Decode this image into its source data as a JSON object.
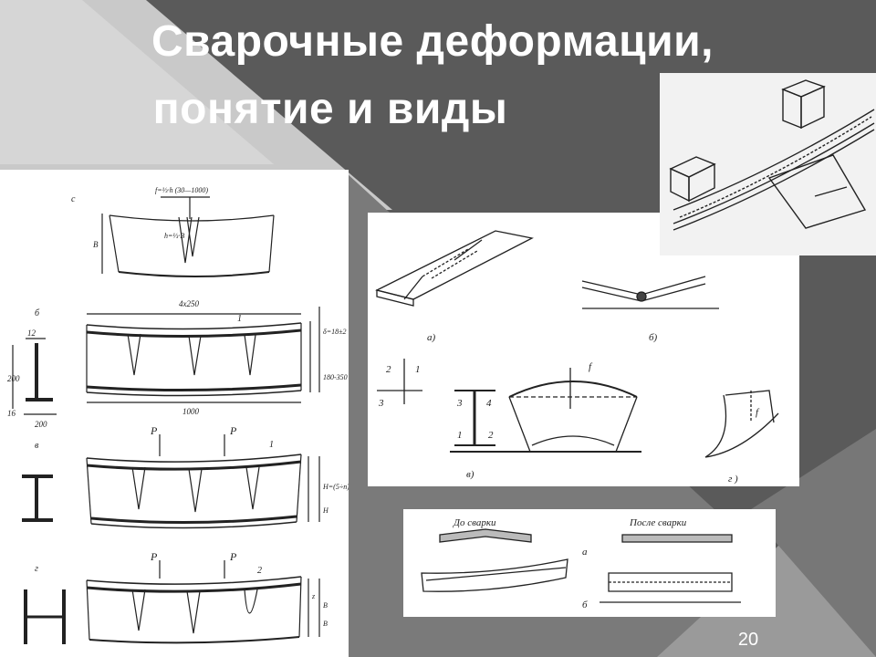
{
  "title": {
    "line1": "Сварочные деформации,",
    "line2": "понятие и виды"
  },
  "page_number": "20",
  "left_panel": {
    "labels": {
      "a": "с",
      "b": "б",
      "v": "в",
      "g": "г",
      "dim_top": "f=⅓·h (30—1000)",
      "dim_h": "h=⅓·B",
      "dim_B": "B",
      "dim_4x250": "4x250",
      "dim_1000": "1000",
      "dim_12": "12",
      "dim_200u": "200",
      "dim_200": "200",
      "dim_16": "16",
      "dim_right1": "δ=18±2",
      "dim_right2": "180-350",
      "mark_1a": "1",
      "mark_1b": "1",
      "mark_2": "2",
      "P": "P",
      "dim_H": "H=(5÷n)",
      "dim_H2": "H",
      "dim_B2": "B",
      "dim_B3": "B",
      "dim_z": "z"
    }
  },
  "mid_panel": {
    "labels": {
      "a": "а)",
      "b": "б)",
      "v": "в)",
      "g": "г )",
      "f1": "f",
      "f2": "f",
      "n1": "1",
      "n2": "2",
      "n3": "3",
      "n4": "4",
      "s1": "1",
      "s2": "2",
      "s3": "3"
    }
  },
  "bottom_panel": {
    "labels": {
      "before": "До сварки",
      "after": "После сварки",
      "a": "а",
      "b": "б"
    }
  },
  "colors": {
    "background_dark": "#595959",
    "background_light": "#c8c8c8",
    "title_text": "#ffffff"
  }
}
